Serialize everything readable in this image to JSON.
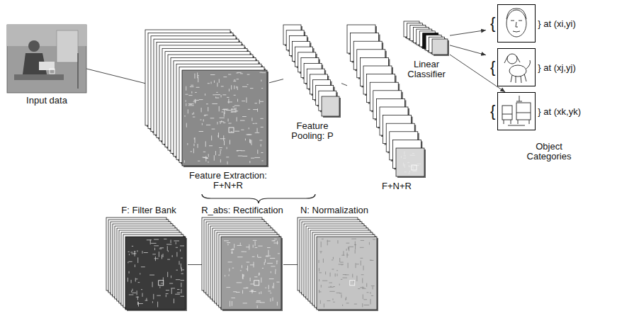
{
  "diagram": {
    "nodes": [
      {
        "text": [
          "Input data"
        ]
      },
      {
        "text": [
          "Feature Extraction: F+N+R"
        ]
      },
      {
        "text": [
          "Feature Pooling: P"
        ]
      },
      {
        "text": [
          "F+N+R"
        ]
      },
      {
        "text": [
          "Linear Classifier"
        ]
      },
      {
        "text": [
          "{",
          "} at (xi,yi)"
        ]
      },
      {
        "text": [
          "{",
          "} at (xj,yj)"
        ]
      },
      {
        "text": [
          "{",
          "} at (xk,yk)"
        ]
      },
      {
        "text": [
          "F: Filter Bank"
        ]
      },
      {
        "text": [
          "R_abs: Rectification"
        ]
      },
      {
        "text": [
          "N: Normalization"
        ]
      }
    ],
    "edges": [
      {
        "from": 0,
        "to": 1,
        "arrow": "none"
      },
      {
        "from": 1,
        "to": 2,
        "arrow": "none"
      },
      {
        "from": 2,
        "to": 3,
        "arrow": "none"
      },
      {
        "from": 4,
        "to": 5,
        "arrow": "to"
      },
      {
        "from": 4,
        "to": 6,
        "arrow": "to"
      },
      {
        "from": 4,
        "to": 7,
        "arrow": "to"
      },
      {
        "from": 8,
        "to": 9,
        "arrow": "none"
      },
      {
        "from": 9,
        "to": 10,
        "arrow": "none"
      }
    ],
    "labels": [
      "Object Categories"
    ]
  }
}
